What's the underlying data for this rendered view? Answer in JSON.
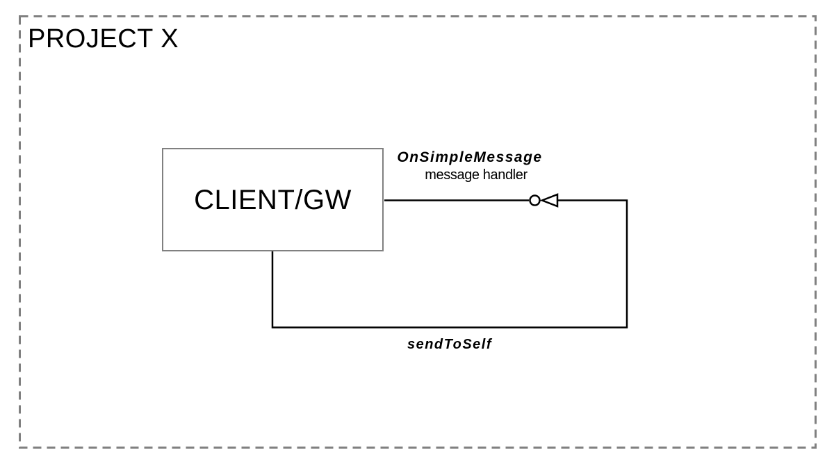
{
  "diagram": {
    "frame_title": "PROJECT X",
    "node": {
      "label": "CLIENT/GW"
    },
    "connection": {
      "handler_name": "OnSimpleMessage",
      "handler_subtitle": "message handler",
      "message_name": "sendToSelf"
    }
  },
  "colors": {
    "background": "#ffffff",
    "frame_border": "#808080",
    "node_border": "#808080",
    "connector": "#000000",
    "text": "#000000"
  }
}
